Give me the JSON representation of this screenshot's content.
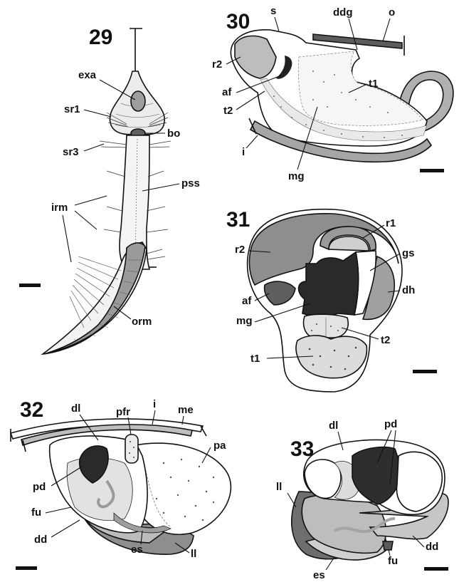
{
  "panels": [
    {
      "number": "29",
      "labels": [
        "exa",
        "sr1",
        "bo",
        "sr3",
        "pss",
        "irm",
        "orm"
      ]
    },
    {
      "number": "30",
      "labels": [
        "s",
        "ddg",
        "o",
        "r2",
        "af",
        "t1",
        "t2",
        "i",
        "mg"
      ]
    },
    {
      "number": "31",
      "labels": [
        "r1",
        "r2",
        "gs",
        "dh",
        "af",
        "mg",
        "t2",
        "t1"
      ]
    },
    {
      "number": "32",
      "labels": [
        "pfr",
        "dl",
        "i",
        "me",
        "pa",
        "pd",
        "fu",
        "dd",
        "es",
        "ll"
      ]
    },
    {
      "number": "33",
      "labels": [
        "dl",
        "pd",
        "ll",
        "dd",
        "fu",
        "es"
      ]
    }
  ],
  "colors": {
    "light_gray": "#d6d6d6",
    "mid_gray": "#a9a9a9",
    "dark_gray": "#5a5a5a",
    "black": "#222222",
    "white": "#ffffff"
  }
}
